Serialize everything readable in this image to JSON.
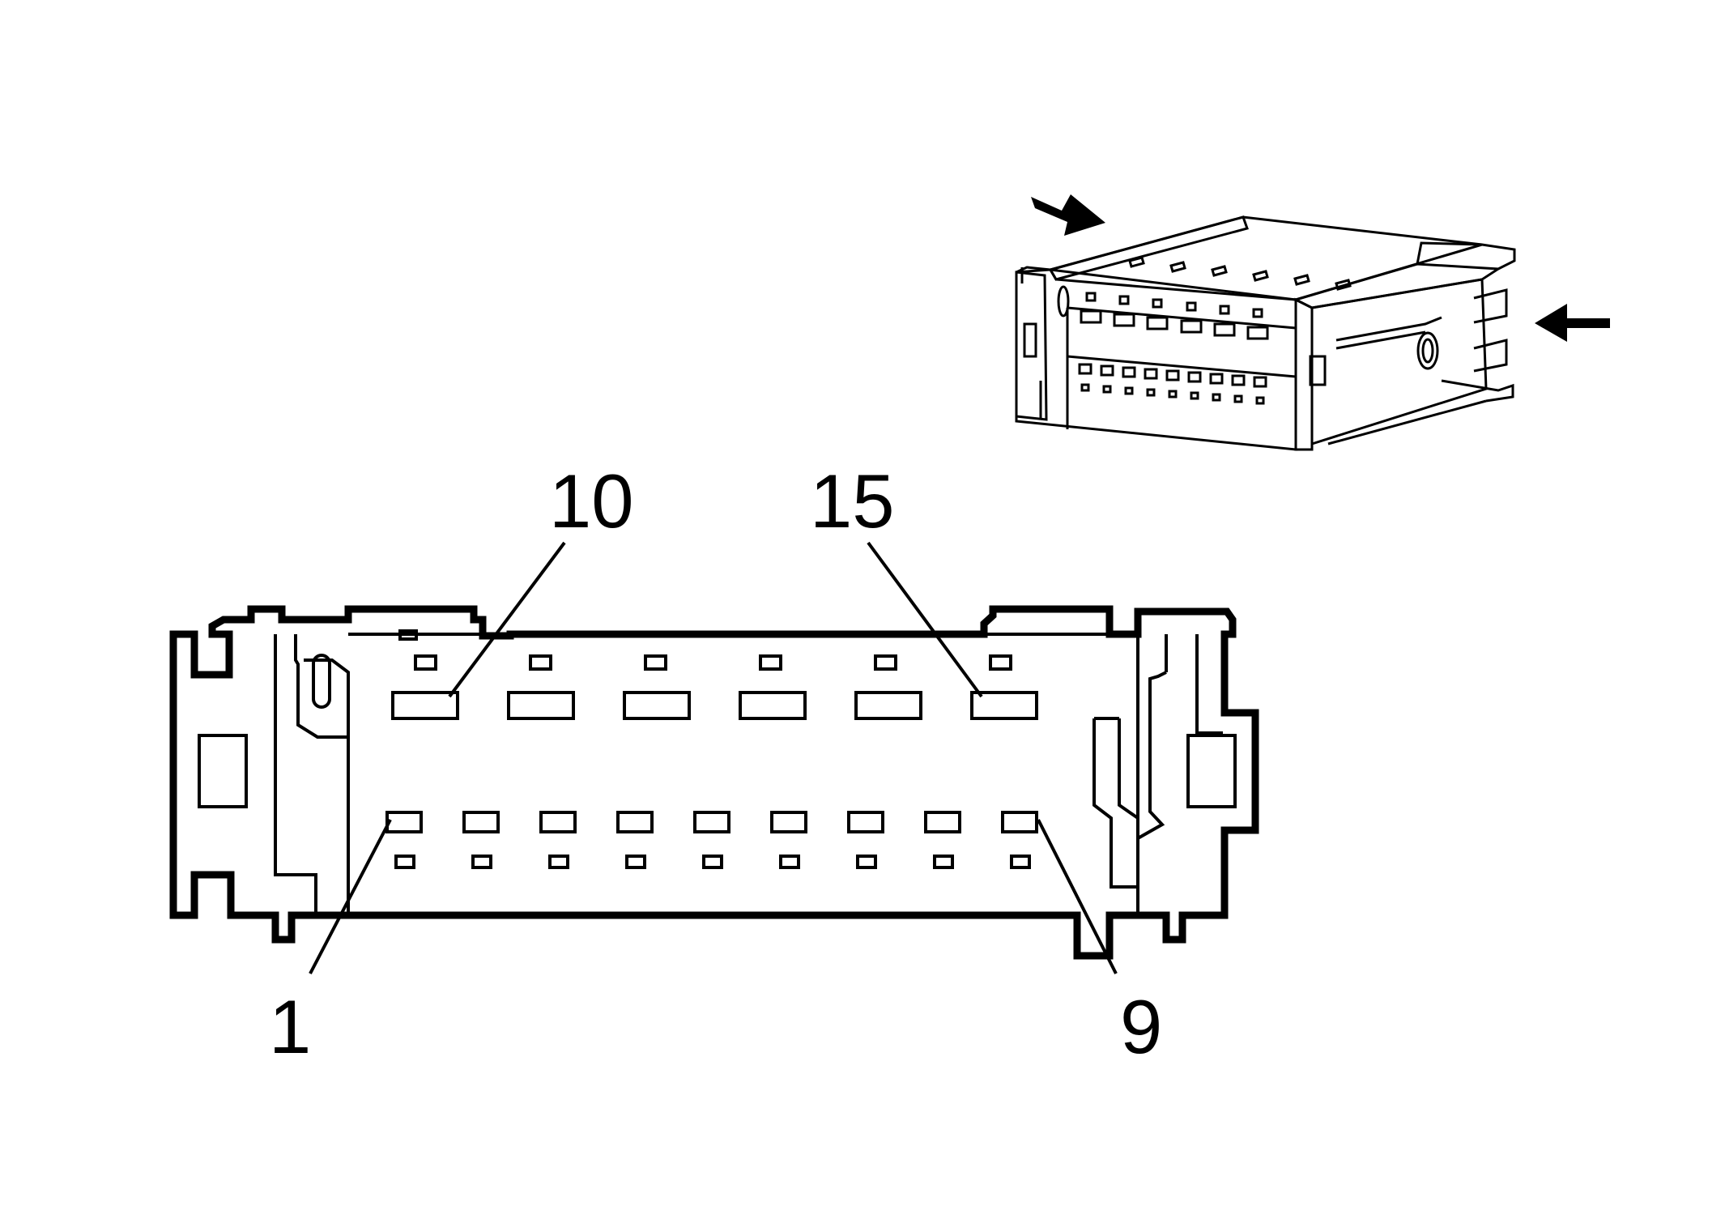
{
  "labels": {
    "pin_10": "10",
    "pin_15": "15",
    "pin_1": "1",
    "pin_9": "9"
  },
  "icons": {
    "insertion_arrow_top": "arrow-icon",
    "insertion_arrow_side": "arrow-icon"
  }
}
